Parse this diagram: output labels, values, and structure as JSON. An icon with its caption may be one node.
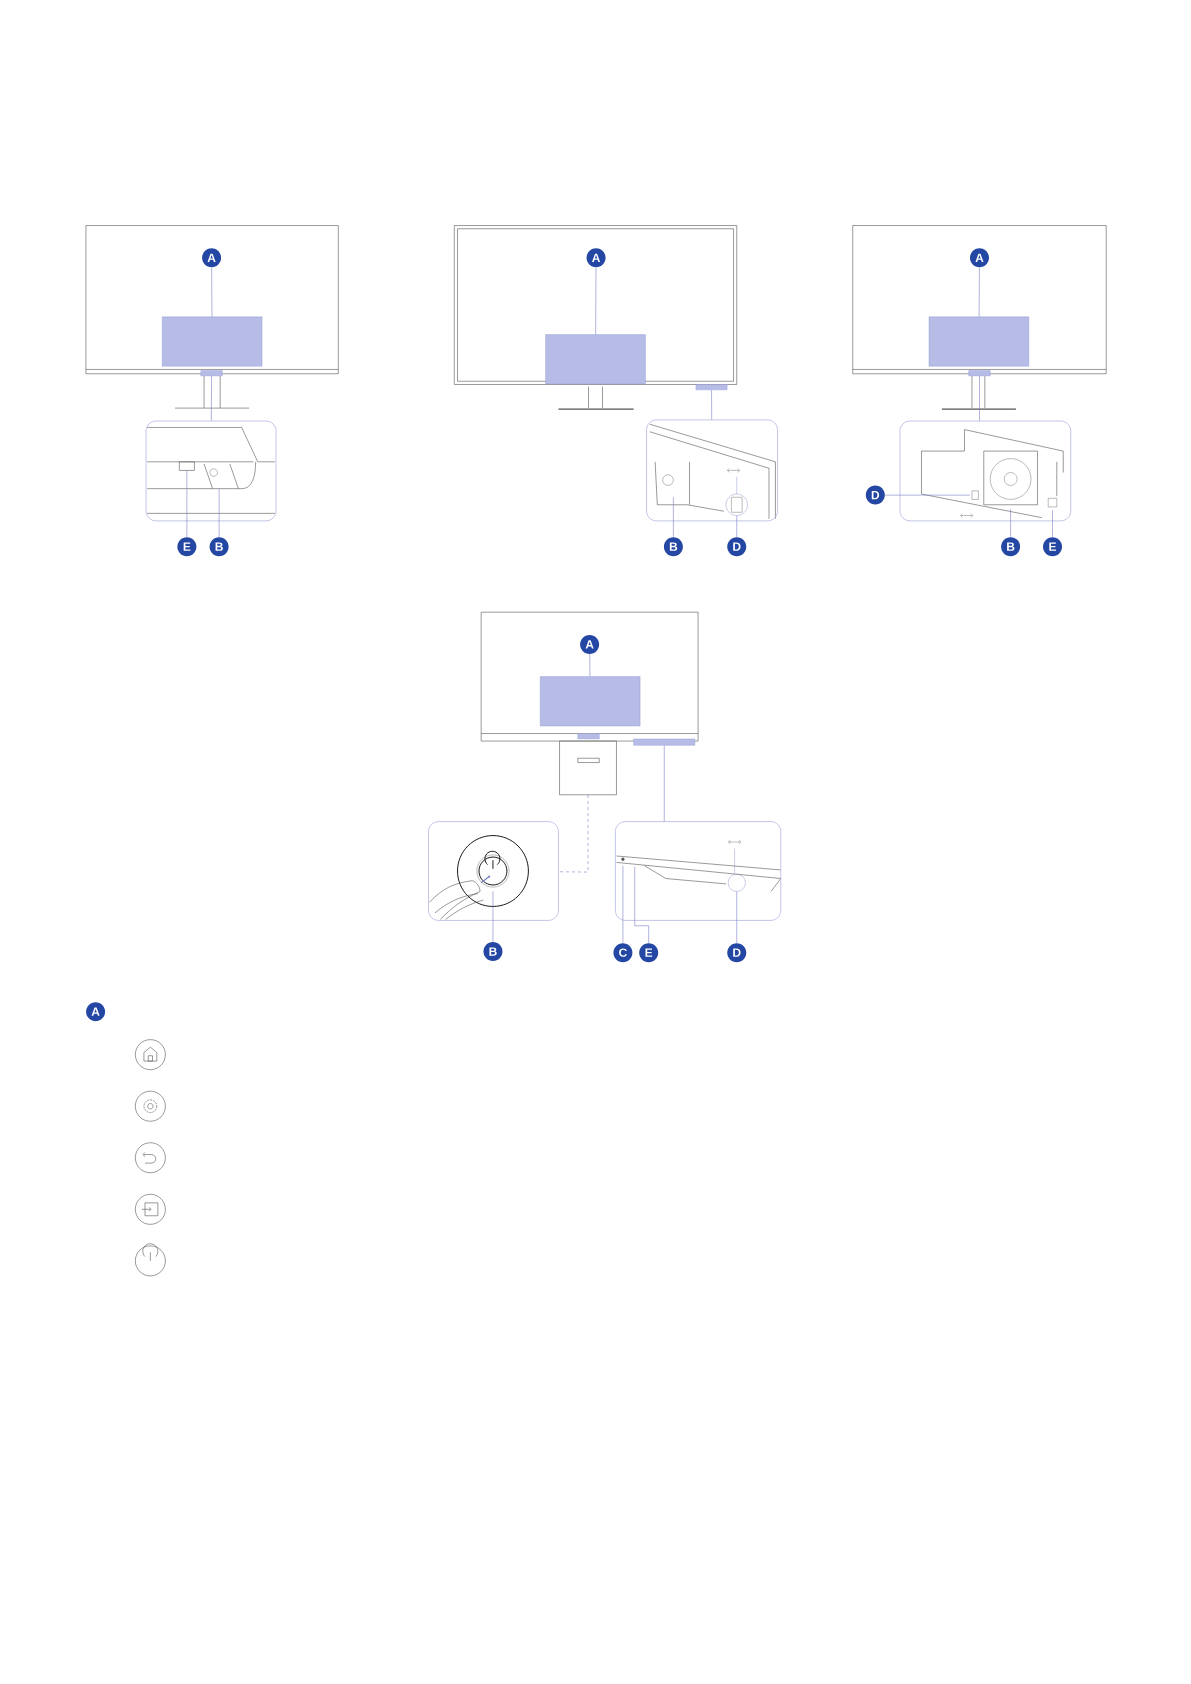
{
  "diagram": {
    "nodes": [
      {
        "text": [
          "A"
        ]
      },
      {
        "text": [],
        "shape": "box"
      },
      {
        "text": [
          "E"
        ]
      },
      {
        "text": [
          "B"
        ]
      },
      {
        "text": [
          "A"
        ]
      },
      {
        "text": [],
        "shape": "box"
      },
      {
        "text": [
          "B"
        ]
      },
      {
        "text": [
          "D"
        ]
      },
      {
        "text": [
          "A"
        ]
      },
      {
        "text": [],
        "shape": "box"
      },
      {
        "text": [
          "D"
        ]
      },
      {
        "text": [
          "B"
        ]
      },
      {
        "text": [
          "E"
        ]
      },
      {
        "text": [
          "A"
        ]
      },
      {
        "text": [],
        "shape": "box"
      },
      {
        "text": [
          "B"
        ]
      },
      {
        "text": [
          "C"
        ]
      },
      {
        "text": [
          "E"
        ]
      },
      {
        "text": [
          "D"
        ]
      },
      {
        "text": [],
        "shape": "bar"
      },
      {
        "text": [],
        "shape": "picture"
      },
      {
        "text": [],
        "shape": "bar"
      },
      {
        "text": [],
        "shape": "picture"
      },
      {
        "text": [],
        "shape": "circle",
        "in": 22
      },
      {
        "text": [],
        "shape": "bar"
      },
      {
        "text": [],
        "shape": "picture"
      },
      {
        "text": [],
        "shape": "box"
      },
      {
        "text": [],
        "shape": "bar"
      },
      {
        "text": [],
        "shape": "picture"
      },
      {
        "text": [],
        "shape": "picture"
      },
      {
        "text": [],
        "shape": "circle",
        "in": 29
      },
      {
        "text": [
          "A"
        ]
      }
    ],
    "edges": [
      {
        "from": 0,
        "to": 1,
        "arrow": "none"
      },
      {
        "from": 2,
        "to": 20,
        "arrow": "none"
      },
      {
        "from": 3,
        "to": 20,
        "arrow": "none"
      },
      {
        "from": 4,
        "to": 5,
        "arrow": "none"
      },
      {
        "from": 6,
        "to": 22,
        "arrow": "none"
      },
      {
        "from": 7,
        "to": 23,
        "arrow": "none"
      },
      {
        "from": 8,
        "to": 9,
        "arrow": "none"
      },
      {
        "from": 10,
        "to": 25,
        "arrow": "none"
      },
      {
        "from": 11,
        "to": 25,
        "arrow": "none"
      },
      {
        "from": 12,
        "to": 25,
        "arrow": "none"
      },
      {
        "from": 13,
        "to": 14,
        "arrow": "none"
      },
      {
        "from": 15,
        "to": 28,
        "arrow": "none"
      },
      {
        "from": 16,
        "to": 29,
        "arrow": "none"
      },
      {
        "from": 17,
        "to": 29,
        "arrow": "none"
      },
      {
        "from": 18,
        "to": 30,
        "arrow": "none"
      },
      {
        "from": 19,
        "to": 20,
        "arrow": "none"
      },
      {
        "from": 21,
        "to": 22,
        "arrow": "none"
      },
      {
        "from": 24,
        "to": 25,
        "arrow": "none"
      },
      {
        "from": 26,
        "to": 28,
        "arrow": "none",
        "style": "dashed"
      },
      {
        "from": 27,
        "to": 29,
        "arrow": "none"
      }
    ]
  }
}
